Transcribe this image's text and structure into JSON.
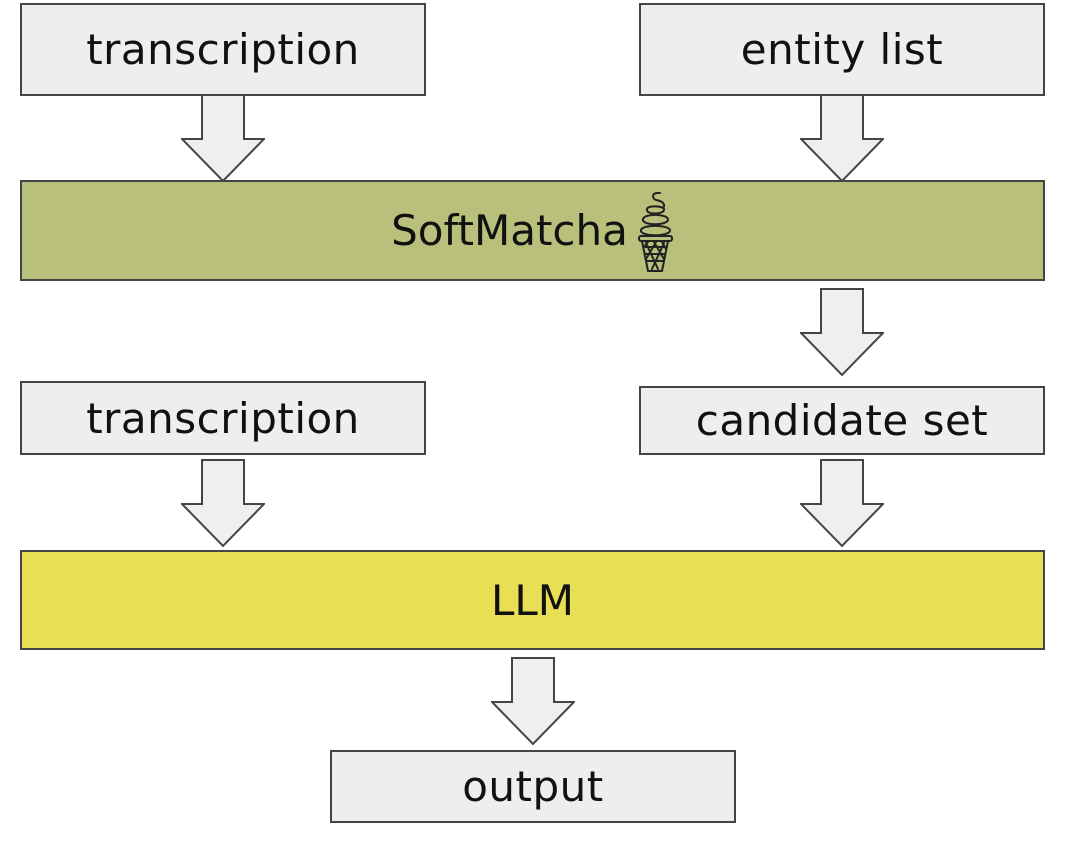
{
  "colors": {
    "node_fill": "#eeeeee",
    "softmatcha_fill": "#b8c07b",
    "llm_fill": "#e8df55",
    "border": "#444444"
  },
  "nodes": {
    "transcription_top": "transcription",
    "entity_list": "entity list",
    "softmatcha": "SoftMatcha",
    "softmatcha_icon": "soft-serve-ice-cream-icon",
    "transcription_mid": "transcription",
    "candidate_set": "candidate set",
    "llm": "LLM",
    "output": "output"
  }
}
